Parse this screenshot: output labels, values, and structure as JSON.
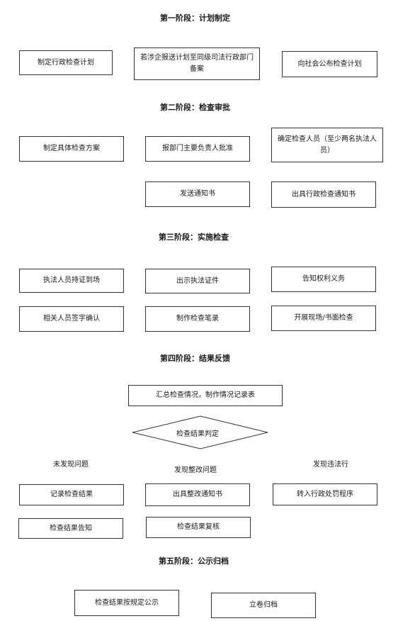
{
  "stage1": {
    "title": "第一阶段：计划制定",
    "box1": "制定行政检查计划",
    "box2": "若涉企报送计划至同级司法行政部门备案",
    "box3": "向社会公布检查计划"
  },
  "stage2": {
    "title": "第二阶段：检查审批",
    "box1": "制定具体检查方案",
    "box2": "报部门主要负责人批准",
    "box3": "确定检查人员（至少两名执法人员）",
    "box4": "发送通知书",
    "box5": "出具行政检查通知书"
  },
  "stage3": {
    "title": "第三阶段：实施检查",
    "box1": "执法人员持证到场",
    "box2": "出示执法证件",
    "box3": "告知权利义务",
    "box4": "相关人员签字确认",
    "box5": "制作检查笔录",
    "box6": "开展现场/书面检查"
  },
  "stage4": {
    "title": "第四阶段：结果反馈",
    "summary": "汇总检查情况，制作情况记录表",
    "decision": "检查结果判定",
    "branch_left": "未发现问题",
    "branch_mid": "发现整改问题",
    "branch_right": "发现违法行",
    "box1": "记录检查结果",
    "box2": "出具整改通知书",
    "box3": "转入行政处罚程序",
    "box4": "检查结果告知",
    "box5": "检查结果复核"
  },
  "stage5": {
    "title": "第五阶段：公示归档",
    "box1": "检查结果按规定公示",
    "box2": "立卷归档"
  }
}
